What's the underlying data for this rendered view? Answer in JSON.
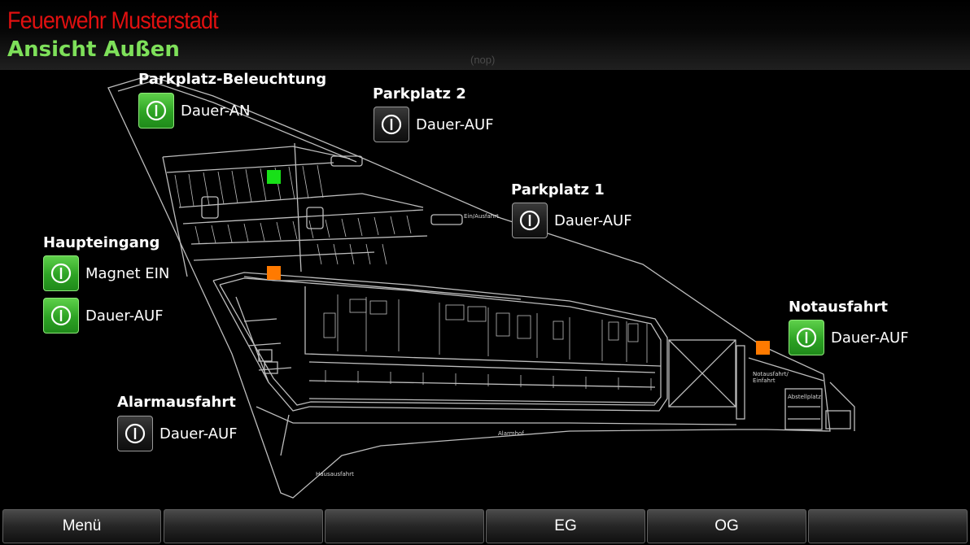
{
  "header": {
    "brand": "Feuerwehr Musterstadt",
    "subtitle": "Ansicht Außen",
    "status": "(nop)"
  },
  "colors": {
    "brand": "#e01010",
    "subtitle": "#7ee05a",
    "active_button": "#2da324",
    "inactive_button": "#1a1a1a",
    "marker_green": "#18e018",
    "marker_orange": "#ff7a00"
  },
  "zones": {
    "parkplatz_beleuchtung": {
      "title": "Parkplatz-Beleuchtung",
      "state": "Dauer-AN",
      "active": true
    },
    "parkplatz_2": {
      "title": "Parkplatz 2",
      "state": "Dauer-AUF",
      "active": false
    },
    "parkplatz_1": {
      "title": "Parkplatz 1",
      "state": "Dauer-AUF",
      "active": false
    },
    "haupteingang": {
      "title": "Haupteingang",
      "state_1": "Magnet EIN",
      "state_2": "Dauer-AUF",
      "active": true
    },
    "notausfahrt": {
      "title": "Notausfahrt",
      "state": "Dauer-AUF",
      "active": true
    },
    "alarmausfahrt": {
      "title": "Alarmausfahrt",
      "state": "Dauer-AUF",
      "active": false
    }
  },
  "plan_labels": {
    "ein_ausfahrt": "Ein/Ausfahrt",
    "notausfahrt": "Notausfahrt/",
    "einfahrt": "Einfahrt",
    "alarmhof": "Alarmhof",
    "hausausfahrt": "Hausausfahrt",
    "abstellplatz": "Abstellplatz"
  },
  "markers": [
    {
      "name": "parking-light-status",
      "color": "green"
    },
    {
      "name": "main-entrance-status",
      "color": "orange"
    },
    {
      "name": "emergency-exit-status",
      "color": "orange"
    }
  ],
  "footer": {
    "buttons": [
      "Menü",
      "",
      "",
      "EG",
      "OG",
      ""
    ]
  },
  "icons": {
    "power": "power-icon"
  }
}
